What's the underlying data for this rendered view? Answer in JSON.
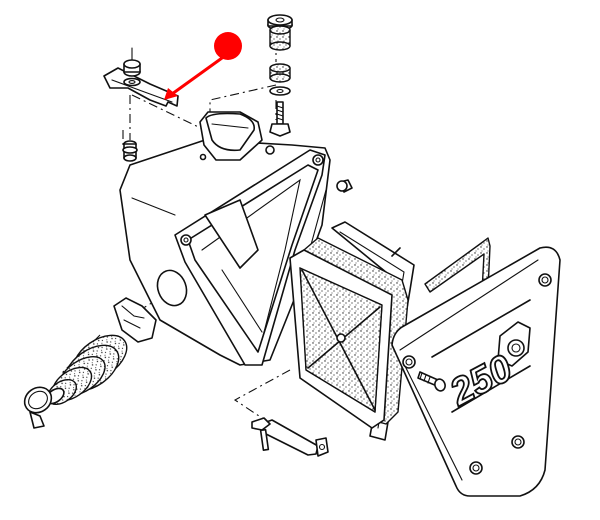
{
  "diagram": {
    "type": "exploded-parts-diagram",
    "subject": "air box assembly",
    "background": "#ffffff",
    "line_color": "#111111",
    "side_cover_logo": "250",
    "callout": {
      "marker": "red-dot",
      "color": "#ff0000",
      "points_to": "mounting-bracket"
    },
    "parts": [
      {
        "id": "mounting-bracket"
      },
      {
        "id": "bracket-nut"
      },
      {
        "id": "bracket-washer"
      },
      {
        "id": "bracket-bolt"
      },
      {
        "id": "rubber-grommet-top"
      },
      {
        "id": "rubber-grommet-bottom"
      },
      {
        "id": "grommet-washer"
      },
      {
        "id": "grommet-bolt"
      },
      {
        "id": "air-box-housing"
      },
      {
        "id": "intake-snorkel"
      },
      {
        "id": "inlet-adapter"
      },
      {
        "id": "intake-boot"
      },
      {
        "id": "hose-clamp"
      },
      {
        "id": "air-filter-element"
      },
      {
        "id": "filter-frame"
      },
      {
        "id": "foam-seal-strip"
      },
      {
        "id": "side-cover"
      },
      {
        "id": "side-cover-screw"
      },
      {
        "id": "lower-bracket"
      },
      {
        "id": "lower-bracket-bolt"
      }
    ]
  }
}
